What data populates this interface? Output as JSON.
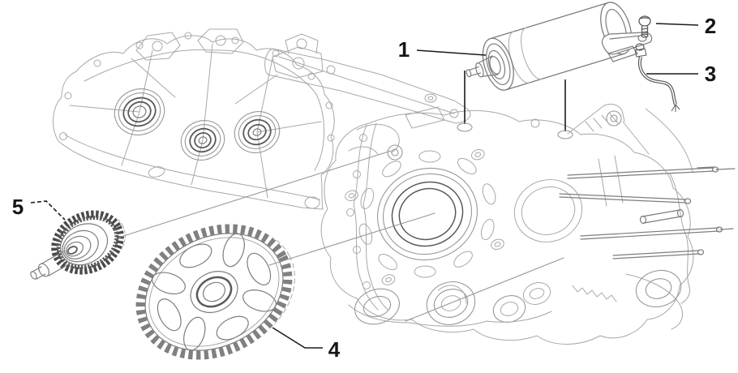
{
  "figure": {
    "kind": "exploded-parts-line-diagram",
    "subject": "engine crankcase with electric starter motor, mounting bolt, cable, starter ring gear and intermediate gear",
    "colors": {
      "background": "#ffffff",
      "case_line": "#a8a8a8",
      "part_line": "#7d7d7d",
      "dark_gear": "#4a4a4a",
      "callout": "#151515"
    },
    "callouts": [
      {
        "number": "1",
        "part": "starter-motor"
      },
      {
        "number": "2",
        "part": "starter-mounting-bolt"
      },
      {
        "number": "3",
        "part": "starter-cable"
      },
      {
        "number": "4",
        "part": "starter-ring-gear"
      },
      {
        "number": "5",
        "part": "intermediate-gear-shaft"
      }
    ]
  }
}
